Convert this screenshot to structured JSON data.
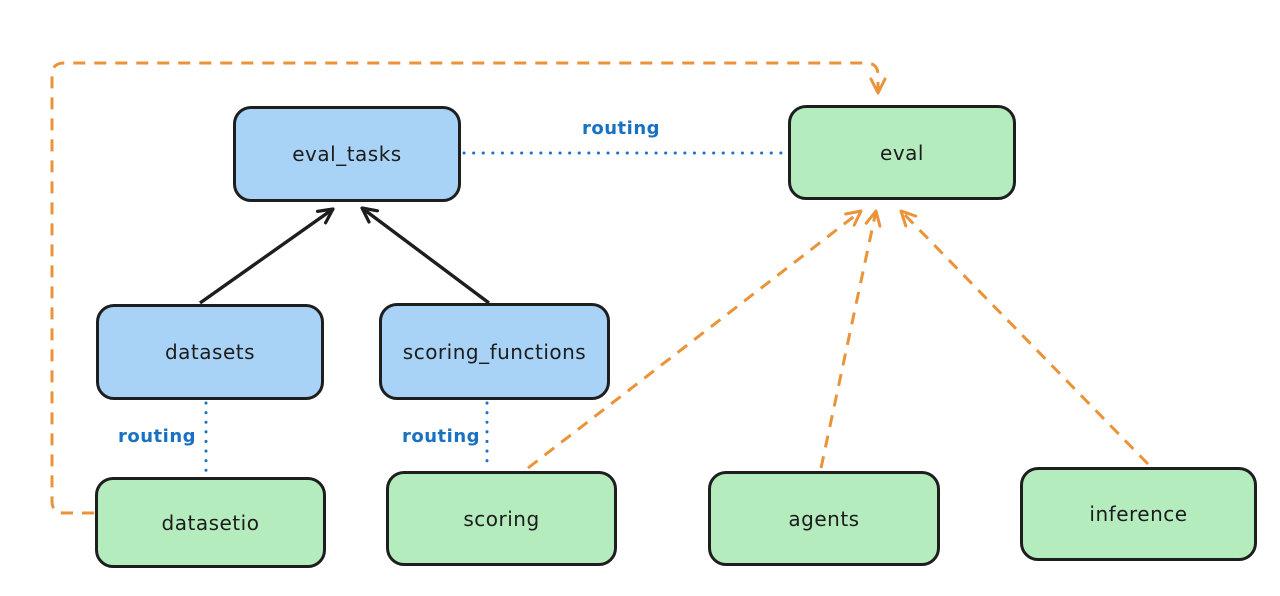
{
  "colors": {
    "background": "#ffffff",
    "ink": "#1e1e1e",
    "blue-fill": "#a8d3f7",
    "green-fill": "#b5ecbe",
    "routing-blue": "#1971c2",
    "orange": "#ea9339",
    "text": "#1c1c1c"
  },
  "nodes": {
    "eval_tasks": {
      "label": "eval_tasks",
      "color": "blue"
    },
    "eval": {
      "label": "eval",
      "color": "green"
    },
    "datasets": {
      "label": "datasets",
      "color": "blue"
    },
    "scoring_functions": {
      "label": "scoring_functions",
      "color": "blue"
    },
    "datasetio": {
      "label": "datasetio",
      "color": "green"
    },
    "scoring": {
      "label": "scoring",
      "color": "green"
    },
    "agents": {
      "label": "agents",
      "color": "green"
    },
    "inference": {
      "label": "inference",
      "color": "green"
    }
  },
  "edges": [
    {
      "from": "datasets",
      "to": "eval_tasks",
      "style": "solid-black-arrow",
      "label": ""
    },
    {
      "from": "scoring_functions",
      "to": "eval_tasks",
      "style": "solid-black-arrow",
      "label": ""
    },
    {
      "from": "eval_tasks",
      "to": "eval",
      "style": "dotted-blue",
      "label": "routing"
    },
    {
      "from": "datasets",
      "to": "datasetio",
      "style": "dotted-blue",
      "label": "routing"
    },
    {
      "from": "scoring_functions",
      "to": "scoring",
      "style": "dotted-blue",
      "label": "routing"
    },
    {
      "from": "datasetio",
      "to": "eval",
      "style": "dashed-orange-arrow",
      "label": ""
    },
    {
      "from": "scoring",
      "to": "eval",
      "style": "dashed-orange-arrow",
      "label": ""
    },
    {
      "from": "agents",
      "to": "eval",
      "style": "dashed-orange-arrow",
      "label": ""
    },
    {
      "from": "inference",
      "to": "eval",
      "style": "dashed-orange-arrow",
      "label": ""
    }
  ]
}
